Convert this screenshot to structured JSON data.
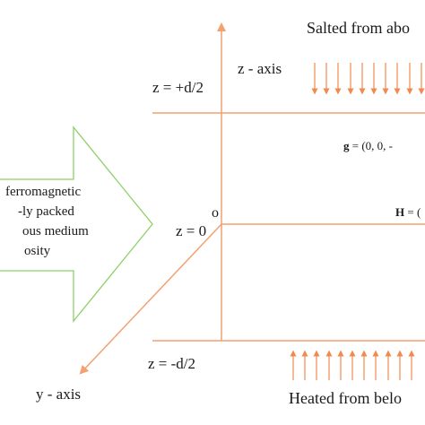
{
  "colors": {
    "axis": "#f4a070",
    "boundary": "#f4a070",
    "arrows": "#f08a50",
    "big_arrow": "#8fd06a",
    "text": "#1a1a1a"
  },
  "labels": {
    "salted": "Salted from abo",
    "z_axis": "z - axis",
    "z_top": "z = +d/2",
    "g_bold": "g",
    "g_rest": " = (0, 0, -",
    "origin": "o",
    "z_mid": "z = 0",
    "h_bold": "H",
    "h_rest": " = (",
    "z_bottom": "z = -d/2",
    "y_axis": "y - axis",
    "heated": "Heated from belo"
  },
  "medium_text": [
    "ferromagnetic",
    "-ly packed",
    "ous medium",
    "osity"
  ],
  "icons": {
    "big_arrow": "right-arrow-icon",
    "salt_arrows": "down-arrow-icon",
    "heat_arrows": "up-arrow-icon"
  }
}
